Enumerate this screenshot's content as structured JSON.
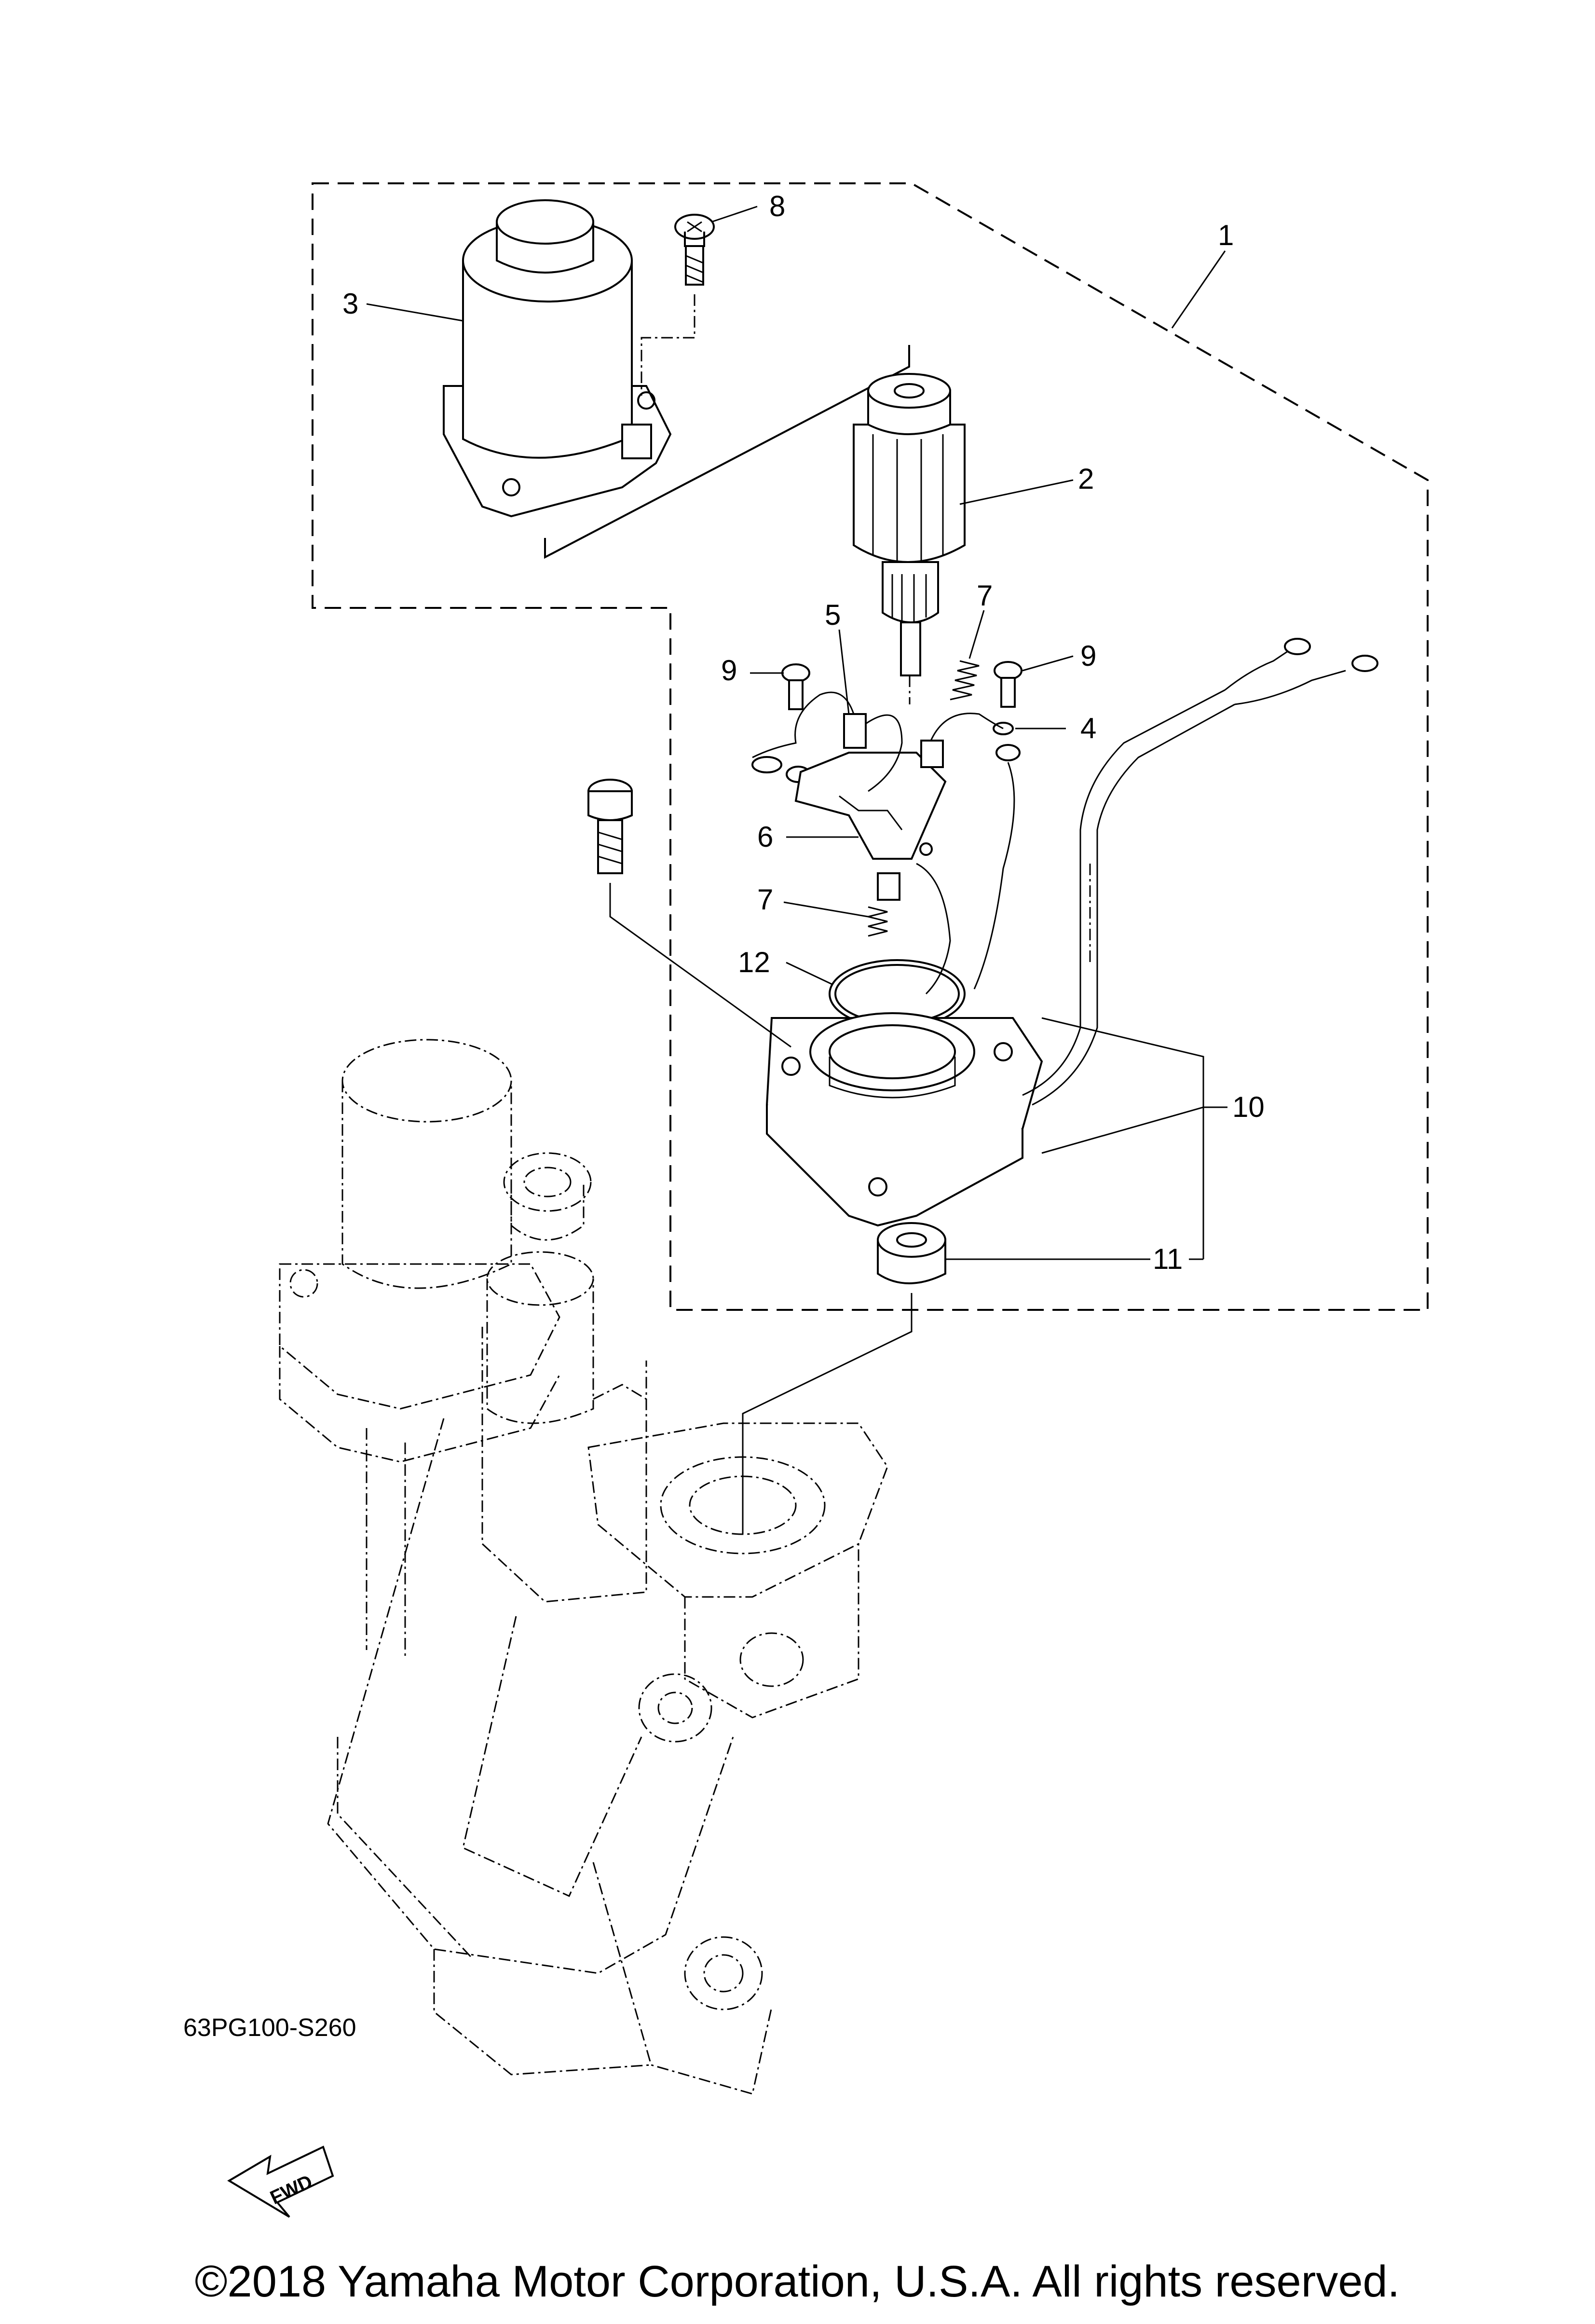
{
  "diagram": {
    "callouts": {
      "c1": "1",
      "c2": "2",
      "c3": "3",
      "c4": "4",
      "c5": "5",
      "c6": "6",
      "c7a": "7",
      "c7b": "7",
      "c8": "8",
      "c9a": "9",
      "c9b": "9",
      "c10": "10",
      "c11": "11",
      "c12": "12"
    },
    "fwd_label": "FWD",
    "drawing_code": "63PG100-S260",
    "copyright": "©2018 Yamaha Motor Corporation, U.S.A. All rights reserved."
  }
}
